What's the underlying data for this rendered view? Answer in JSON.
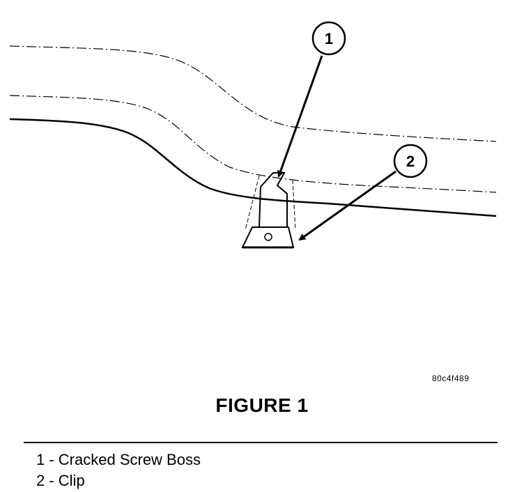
{
  "figure": {
    "code": "80c4f489",
    "title": "FIGURE 1"
  },
  "callouts": [
    {
      "number": "1",
      "target": "Cracked Screw Boss"
    },
    {
      "number": "2",
      "target": "Clip"
    }
  ],
  "legend": [
    {
      "text": "1 - Cracked Screw Boss"
    },
    {
      "text": "2 - Clip"
    }
  ]
}
